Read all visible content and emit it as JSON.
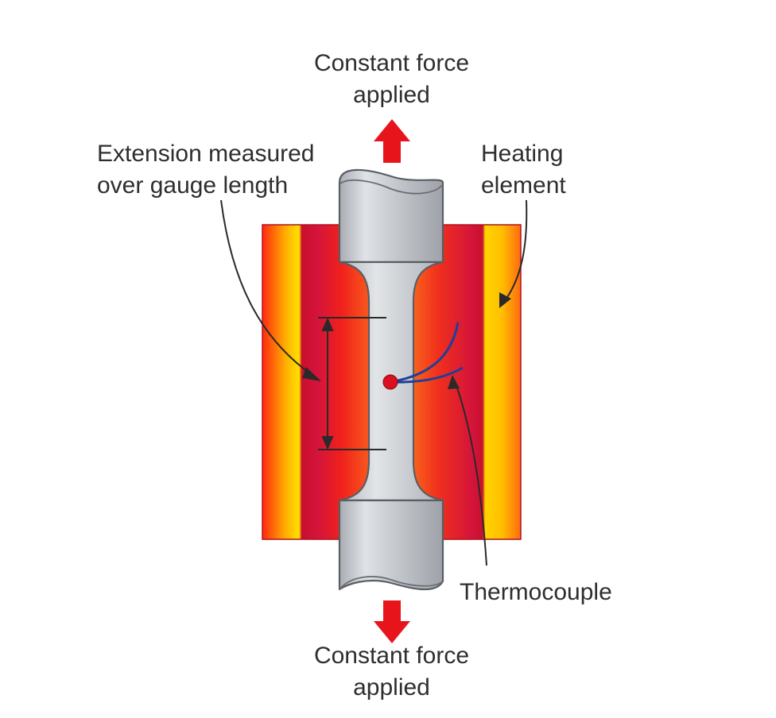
{
  "labels": {
    "top_force": [
      "Constant force",
      "applied"
    ],
    "bottom_force": [
      "Constant force",
      "applied"
    ],
    "extension": [
      "Extension measured",
      "over gauge length"
    ],
    "heating": [
      "Heating",
      "element"
    ],
    "thermocouple": "Thermocouple"
  },
  "colors": {
    "arrow_red": "#e8141c",
    "furnace_red": "#c8102e",
    "furnace_orange": "#ff6a10",
    "furnace_yellow": "#ffd400",
    "specimen_grey": "#c9ccd1",
    "thermocouple_wire": "#1f3f9a",
    "thermocouple_bead": "#d81020"
  }
}
